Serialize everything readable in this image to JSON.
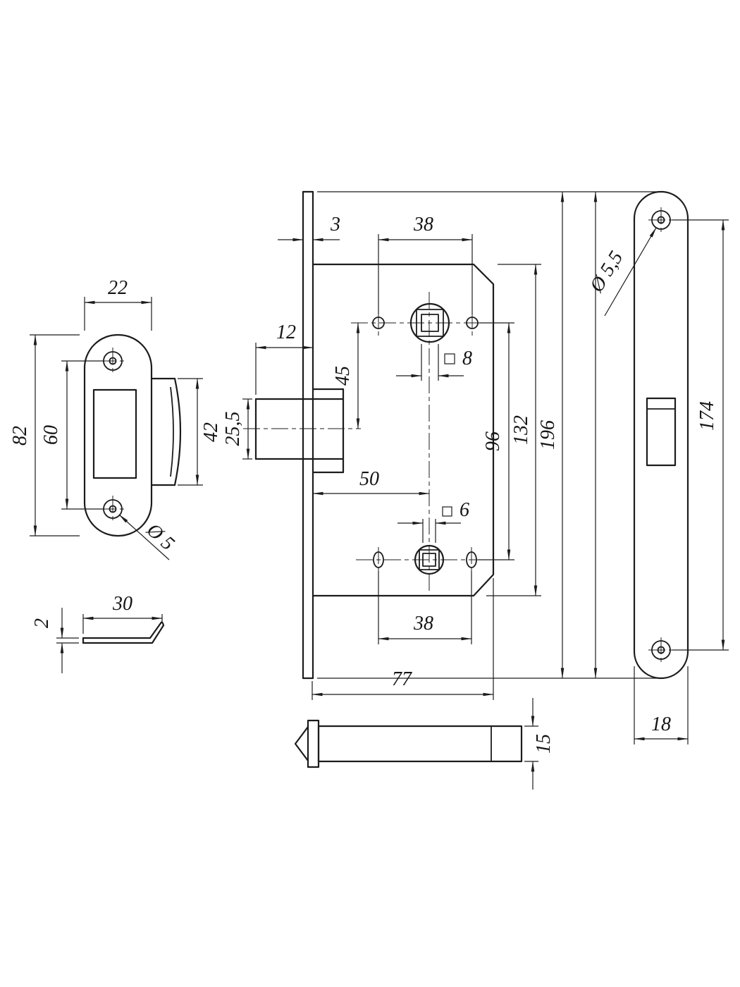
{
  "page": {
    "background": "#ffffff",
    "line_color": "#1c1c1c"
  },
  "dims": {
    "strike_plate": {
      "width": "22",
      "height": "82",
      "hole_spacing": "60",
      "lip_height": "42",
      "hole_diameter": "Ø 5"
    },
    "bracket": {
      "length": "30",
      "thickness": "2"
    },
    "lock_body": {
      "faceplate_thickness": "3",
      "top_hole_spacing": "38",
      "latch_projection": "12",
      "latch_to_spindle": "45",
      "top_square": "8",
      "latch_height": "25,5",
      "backset": "50",
      "spindle_spacing": "96",
      "case_height": "132",
      "faceplate_height": "196",
      "bottom_square": "6",
      "bottom_hole_spacing": "38",
      "case_width": "77"
    },
    "latch_side": {
      "height": "15"
    },
    "faceplate_front": {
      "hole_diameter": "Ø 5,5",
      "hole_spacing": "174",
      "width": "18"
    }
  }
}
